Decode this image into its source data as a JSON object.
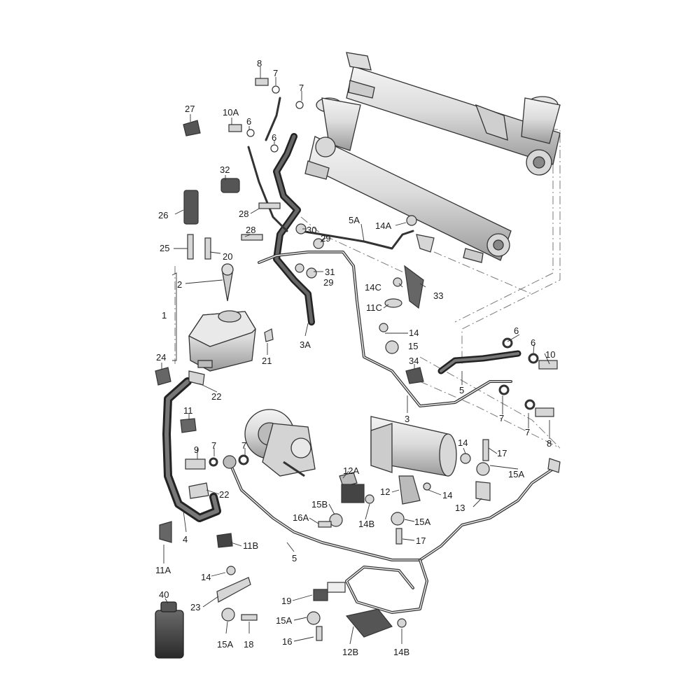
{
  "callouts": [
    {
      "id": "c-8a",
      "text": "8"
    },
    {
      "id": "c-7a",
      "text": "7"
    },
    {
      "id": "c-7b",
      "text": "7"
    },
    {
      "id": "c-27",
      "text": "27"
    },
    {
      "id": "c-10A",
      "text": "10A"
    },
    {
      "id": "c-6a",
      "text": "6"
    },
    {
      "id": "c-6b",
      "text": "6"
    },
    {
      "id": "c-32",
      "text": "32"
    },
    {
      "id": "c-26",
      "text": "26"
    },
    {
      "id": "c-28a",
      "text": "28"
    },
    {
      "id": "c-28b",
      "text": "28"
    },
    {
      "id": "c-30",
      "text": "30"
    },
    {
      "id": "c-29a",
      "text": "29"
    },
    {
      "id": "c-5A",
      "text": "5A"
    },
    {
      "id": "c-14A",
      "text": "14A"
    },
    {
      "id": "c-25",
      "text": "25"
    },
    {
      "id": "c-20",
      "text": "20"
    },
    {
      "id": "c-2",
      "text": "2"
    },
    {
      "id": "c-31",
      "text": "31"
    },
    {
      "id": "c-29b",
      "text": "29"
    },
    {
      "id": "c-14C",
      "text": "14C"
    },
    {
      "id": "c-33",
      "text": "33"
    },
    {
      "id": "c-11C",
      "text": "11C"
    },
    {
      "id": "c-1",
      "text": "1"
    },
    {
      "id": "c-14a",
      "text": "14"
    },
    {
      "id": "c-6c",
      "text": "6"
    },
    {
      "id": "c-6d",
      "text": "6"
    },
    {
      "id": "c-15",
      "text": "15"
    },
    {
      "id": "c-10",
      "text": "10"
    },
    {
      "id": "c-3A",
      "text": "3A"
    },
    {
      "id": "c-21",
      "text": "21"
    },
    {
      "id": "c-24",
      "text": "24"
    },
    {
      "id": "c-34",
      "text": "34"
    },
    {
      "id": "c-5a",
      "text": "5"
    },
    {
      "id": "c-22a",
      "text": "22"
    },
    {
      "id": "c-11",
      "text": "11"
    },
    {
      "id": "c-3",
      "text": "3"
    },
    {
      "id": "c-7c",
      "text": "7"
    },
    {
      "id": "c-7d",
      "text": "7"
    },
    {
      "id": "c-8b",
      "text": "8"
    },
    {
      "id": "c-9",
      "text": "9"
    },
    {
      "id": "c-7e",
      "text": "7"
    },
    {
      "id": "c-7f",
      "text": "7"
    },
    {
      "id": "c-14b",
      "text": "14"
    },
    {
      "id": "c-17a",
      "text": "17"
    },
    {
      "id": "c-12A",
      "text": "12A"
    },
    {
      "id": "c-15Aa",
      "text": "15A"
    },
    {
      "id": "c-22b",
      "text": "22"
    },
    {
      "id": "c-12",
      "text": "12"
    },
    {
      "id": "c-14c",
      "text": "14"
    },
    {
      "id": "c-13",
      "text": "13"
    },
    {
      "id": "c-15B",
      "text": "15B"
    },
    {
      "id": "c-16A",
      "text": "16A"
    },
    {
      "id": "c-14Ba",
      "text": "14B"
    },
    {
      "id": "c-15Ab",
      "text": "15A"
    },
    {
      "id": "c-4",
      "text": "4"
    },
    {
      "id": "c-11B",
      "text": "11B"
    },
    {
      "id": "c-17b",
      "text": "17"
    },
    {
      "id": "c-5b",
      "text": "5"
    },
    {
      "id": "c-11A",
      "text": "11A"
    },
    {
      "id": "c-14d",
      "text": "14"
    },
    {
      "id": "c-40",
      "text": "40"
    },
    {
      "id": "c-19",
      "text": "19"
    },
    {
      "id": "c-23",
      "text": "23"
    },
    {
      "id": "c-15Ac",
      "text": "15A"
    },
    {
      "id": "c-15Ad",
      "text": "15A"
    },
    {
      "id": "c-18",
      "text": "18"
    },
    {
      "id": "c-16",
      "text": "16"
    },
    {
      "id": "c-12B",
      "text": "12B"
    },
    {
      "id": "c-14Bb",
      "text": "14B"
    }
  ]
}
